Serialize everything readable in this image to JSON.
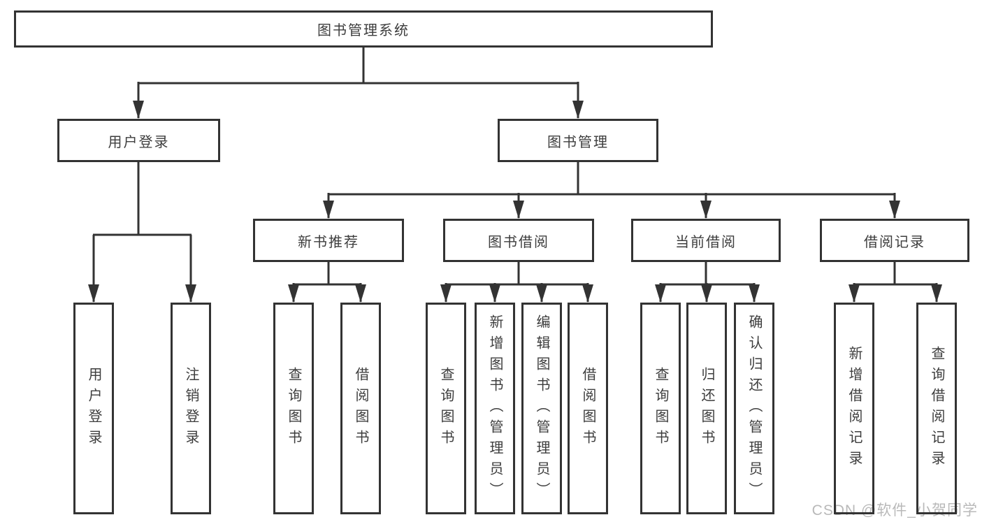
{
  "diagram_title": "图书管理系统",
  "tree": {
    "root": {
      "label": "图书管理系统",
      "children": [
        {
          "label": "用户登录",
          "children": [
            {
              "label": "用户登录"
            },
            {
              "label": "注销登录"
            }
          ]
        },
        {
          "label": "图书管理",
          "children": [
            {
              "label": "新书推荐",
              "children": [
                {
                  "label": "查询图书"
                },
                {
                  "label": "借阅图书"
                }
              ]
            },
            {
              "label": "图书借阅",
              "children": [
                {
                  "label": "查询图书"
                },
                {
                  "label": "新增图书（管理员）"
                },
                {
                  "label": "编辑图书（管理员）"
                },
                {
                  "label": "借阅图书"
                }
              ]
            },
            {
              "label": "当前借阅",
              "children": [
                {
                  "label": "查询图书"
                },
                {
                  "label": "归还图书"
                },
                {
                  "label": "确认归还（管理员）"
                }
              ]
            },
            {
              "label": "借阅记录",
              "children": [
                {
                  "label": "新增借阅记录"
                },
                {
                  "label": "查询借阅记录"
                }
              ]
            }
          ]
        }
      ]
    }
  },
  "watermark": "CSDN @软件_小贺同学",
  "colors": {
    "line": "#333333",
    "box_border": "#333333",
    "box_fill": "#ffffff",
    "text": "#3d3d3d",
    "background": "#ffffff",
    "watermark": "#b9b9b9"
  }
}
